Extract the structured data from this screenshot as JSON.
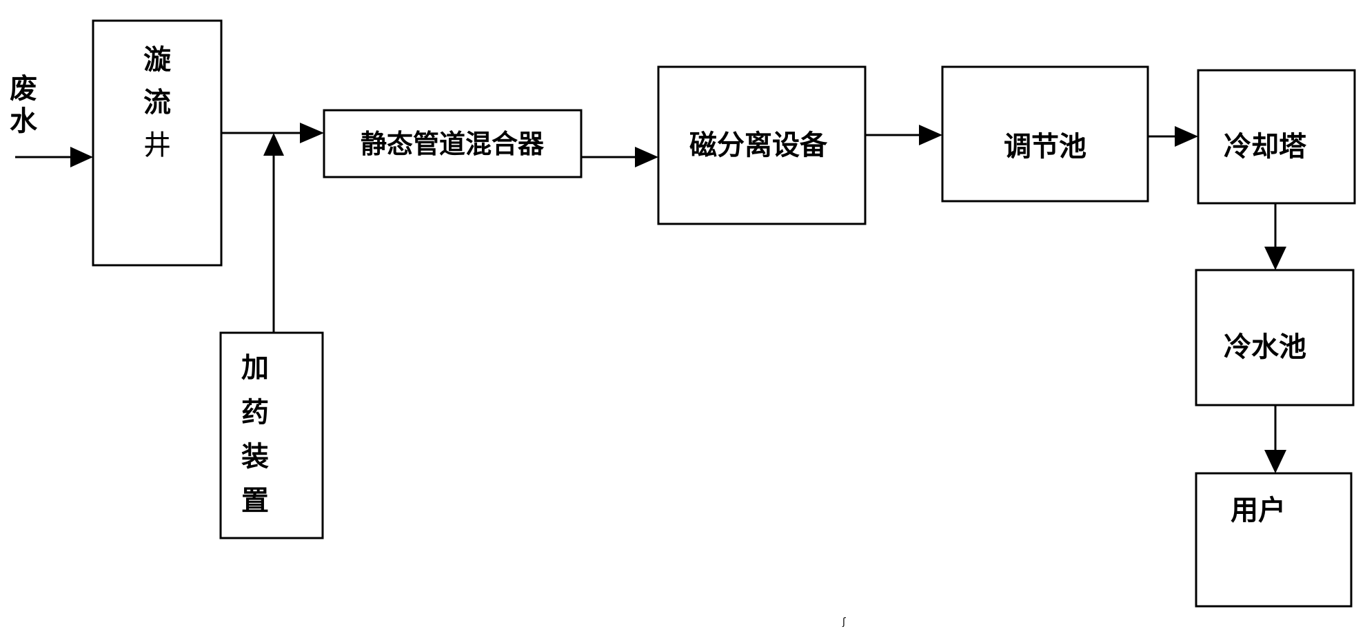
{
  "input_label": [
    "废",
    "水"
  ],
  "nodes": {
    "vortex_well": [
      "漩",
      "流",
      "井"
    ],
    "dosing_device": [
      "加",
      "药",
      "装",
      "置"
    ],
    "static_mixer": "静态管道混合器",
    "magnetic_separator": "磁分离设备",
    "regulating_tank": "调节池",
    "cooling_tower": "冷却塔",
    "cold_water_tank": "冷水池",
    "user": "用户"
  },
  "stray_mark": "ʃ"
}
